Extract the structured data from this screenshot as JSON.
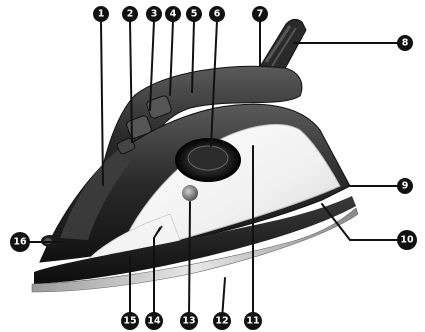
{
  "callouts": [
    {
      "id": 1,
      "label": "1"
    },
    {
      "id": 2,
      "label": "2"
    },
    {
      "id": 3,
      "label": "3"
    },
    {
      "id": 4,
      "label": "4"
    },
    {
      "id": 5,
      "label": "5"
    },
    {
      "id": 6,
      "label": "6"
    },
    {
      "id": 7,
      "label": "7"
    },
    {
      "id": 8,
      "label": "8"
    },
    {
      "id": 9,
      "label": "9"
    },
    {
      "id": 10,
      "label": "10"
    },
    {
      "id": 11,
      "label": "11"
    },
    {
      "id": 12,
      "label": "12"
    },
    {
      "id": 13,
      "label": "13"
    },
    {
      "id": 14,
      "label": "14"
    },
    {
      "id": 15,
      "label": "15"
    },
    {
      "id": 16,
      "label": "16"
    }
  ]
}
